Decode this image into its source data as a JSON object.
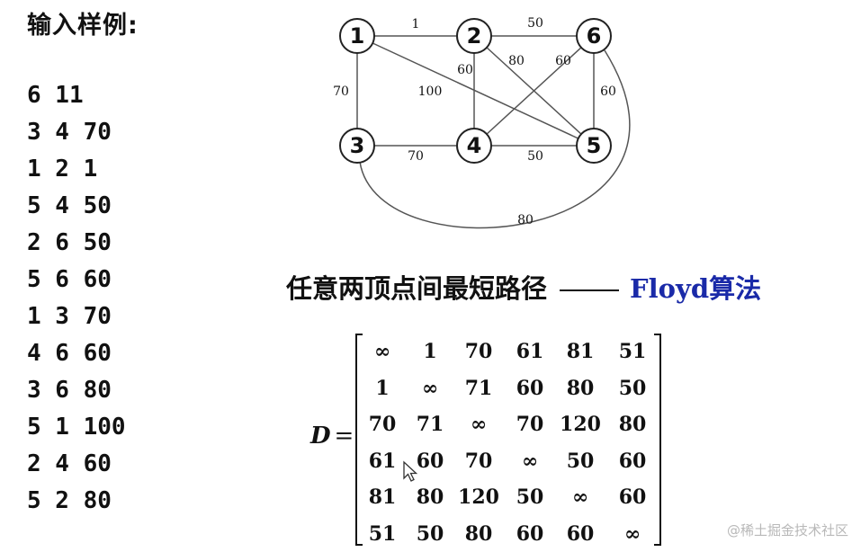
{
  "sample": {
    "title": "输入样例:",
    "lines": [
      "6 11",
      "3 4 70",
      "1 2 1",
      "5 4 50",
      "2 6 50",
      "5 6 60",
      "1 3 70",
      "4 6 60",
      "3 6 80",
      "5 1 100",
      "2 4 60",
      "5 2 80"
    ]
  },
  "graph": {
    "nodes": [
      "1",
      "2",
      "6",
      "3",
      "4",
      "5"
    ],
    "edges": [
      {
        "from": "1",
        "to": "2",
        "weight": "1"
      },
      {
        "from": "2",
        "to": "6",
        "weight": "50"
      },
      {
        "from": "1",
        "to": "3",
        "weight": "70"
      },
      {
        "from": "1",
        "to": "5",
        "weight": "100"
      },
      {
        "from": "2",
        "to": "4",
        "weight": "60"
      },
      {
        "from": "2",
        "to": "5",
        "weight": "80"
      },
      {
        "from": "6",
        "to": "4",
        "weight": "60"
      },
      {
        "from": "6",
        "to": "5",
        "weight": "60"
      },
      {
        "from": "3",
        "to": "4",
        "weight": "70"
      },
      {
        "from": "4",
        "to": "5",
        "weight": "50"
      },
      {
        "from": "3",
        "to": "6",
        "weight": "80"
      }
    ]
  },
  "heading": {
    "text": "任意两顶点间最短路径",
    "algo": "Floyd算法",
    "algo_color": "#1a2aa8"
  },
  "matrix": {
    "label": "D",
    "eq": "=",
    "rows": [
      [
        "∞",
        "1",
        "70",
        "61",
        "81",
        "51"
      ],
      [
        "1",
        "∞",
        "71",
        "60",
        "80",
        "50"
      ],
      [
        "70",
        "71",
        "∞",
        "70",
        "120",
        "80"
      ],
      [
        "61",
        "60",
        "70",
        "∞",
        "50",
        "60"
      ],
      [
        "81",
        "80",
        "120",
        "50",
        "∞",
        "60"
      ],
      [
        "51",
        "50",
        "80",
        "60",
        "60",
        "∞"
      ]
    ]
  },
  "watermark": "@稀土掘金技术社区",
  "icons": {
    "cursor": "mouse-pointer-icon"
  }
}
